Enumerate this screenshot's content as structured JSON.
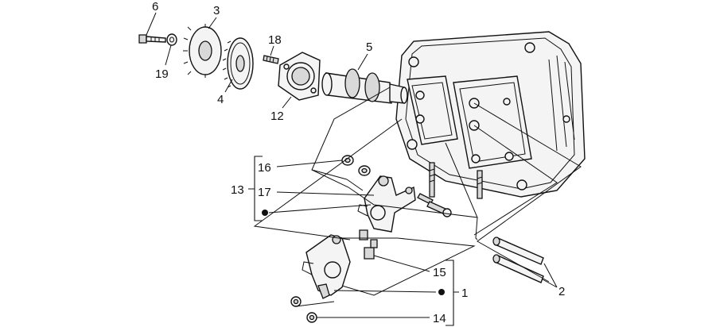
{
  "callouts": {
    "c1": "1",
    "c2": "2",
    "c3": "3",
    "c4": "4",
    "c5": "5",
    "c6": "6",
    "c12": "12",
    "c13": "13",
    "c14": "14",
    "c15": "15",
    "c16": "16",
    "c17": "17",
    "c18": "18",
    "c19": "19"
  }
}
